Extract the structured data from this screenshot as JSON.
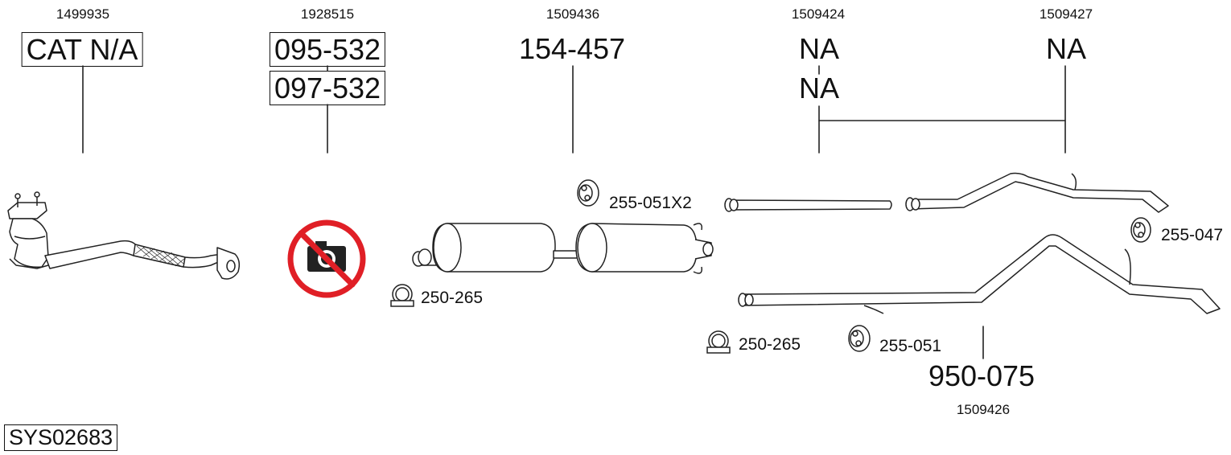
{
  "system_code": "SYS02683",
  "parts": {
    "catalytic_converter": {
      "ref": "1499935",
      "codes": [
        "CAT N/A"
      ]
    },
    "front_pipe": {
      "ref": "1928515",
      "codes": [
        "095-532",
        "097-532"
      ]
    },
    "center_silencer": {
      "ref": "1509436",
      "codes": [
        "154-457"
      ]
    },
    "intermediate_pipe": {
      "ref": "1509424",
      "codes": [
        "NA",
        "NA"
      ]
    },
    "rear_pipe_upper": {
      "ref": "1509427",
      "codes": [
        "NA"
      ]
    },
    "rear_silencer": {
      "ref": "1509426",
      "codes": [
        "950-075"
      ]
    }
  },
  "accessories": {
    "mount_top": "255-051X2",
    "clamp_left": "250-265",
    "mount_right": "255-047",
    "clamp_bottom": "250-265",
    "mount_bottom": "255-051"
  },
  "icons": {
    "not_available": "no-photo-icon",
    "clamp": "pipe-clamp-icon",
    "mount": "rubber-mount-icon"
  },
  "colors": {
    "line": "#222222",
    "no_photo_red": "#e01f26",
    "camera": "#222222"
  }
}
